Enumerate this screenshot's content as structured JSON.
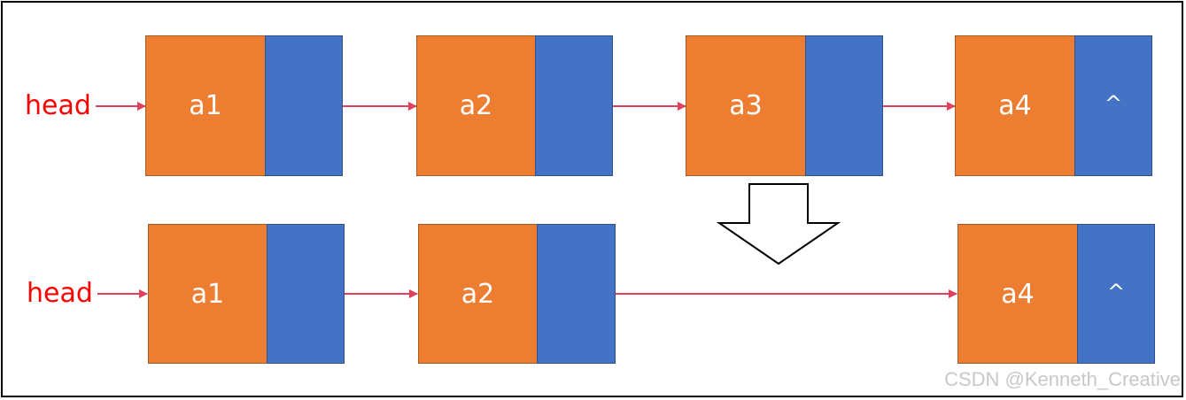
{
  "colors": {
    "data_fill": "#ed7d31",
    "pointer_fill": "#4472c4",
    "arrow": "#e0405a",
    "head_text": "#ff0000"
  },
  "top_list": {
    "head_label": "head",
    "nodes": [
      {
        "data": "a1",
        "pointer": ""
      },
      {
        "data": "a2",
        "pointer": ""
      },
      {
        "data": "a3",
        "pointer": ""
      },
      {
        "data": "a4",
        "pointer": "^"
      }
    ]
  },
  "bottom_list": {
    "head_label": "head",
    "nodes": [
      {
        "data": "a1",
        "pointer": ""
      },
      {
        "data": "a2",
        "pointer": ""
      },
      {
        "data": "a4",
        "pointer": "^"
      }
    ]
  },
  "watermark": "CSDN @Kenneth_Creative"
}
